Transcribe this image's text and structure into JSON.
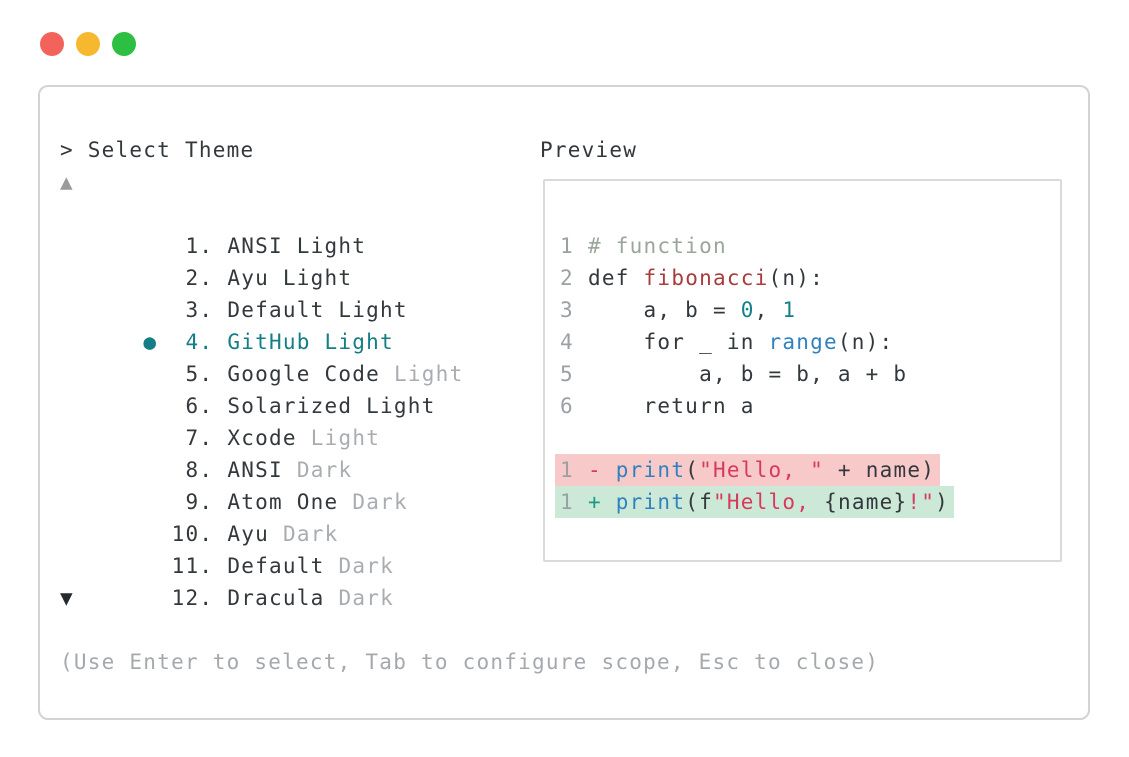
{
  "window": {
    "traffic_lights": [
      {
        "name": "close",
        "color": "#f4625c"
      },
      {
        "name": "minimize",
        "color": "#f5b82e"
      },
      {
        "name": "zoom",
        "color": "#2cbf41"
      }
    ]
  },
  "theme_picker": {
    "header": {
      "prompt_and_title": "> Select Theme"
    },
    "scroll_up_icon": "▲",
    "scroll_down_icon": "▼",
    "items": [
      {
        "number": "1.",
        "name": "ANSI Light",
        "dim": ""
      },
      {
        "number": "2.",
        "name": "Ayu Light",
        "dim": ""
      },
      {
        "number": "3.",
        "name": "Default Light",
        "dim": ""
      },
      {
        "number": "4.",
        "name": "GitHub Light",
        "dim": "",
        "marker": "●",
        "state": "selected"
      },
      {
        "number": "5.",
        "name": "Google Code",
        "dim": "Light"
      },
      {
        "number": "6.",
        "name": "Solarized Light",
        "dim": ""
      },
      {
        "number": "7.",
        "name": "Xcode",
        "dim": "Light"
      },
      {
        "number": "8.",
        "name": "ANSI",
        "dim": "Dark"
      },
      {
        "number": "9.",
        "name": "Atom One",
        "dim": "Dark"
      },
      {
        "number": "10.",
        "name": "Ayu",
        "dim": "Dark"
      },
      {
        "number": "11.",
        "name": "Default",
        "dim": "Dark"
      },
      {
        "number": "12.",
        "name": "Dracula",
        "dim": "Dark"
      }
    ],
    "help_text": "(Use Enter to select, Tab to configure scope, Esc to close)"
  },
  "preview": {
    "title": "Preview",
    "code_lines": [
      {
        "num": "1",
        "tokens": [
          {
            "t": "# function",
            "c": "comment"
          }
        ]
      },
      {
        "num": "2",
        "tokens": [
          {
            "t": "def ",
            "c": "plain"
          },
          {
            "t": "fibonacci",
            "c": "func"
          },
          {
            "t": "(n):",
            "c": "plain"
          }
        ]
      },
      {
        "num": "3",
        "tokens": [
          {
            "t": "    a, b = ",
            "c": "plain"
          },
          {
            "t": "0",
            "c": "number"
          },
          {
            "t": ", ",
            "c": "plain"
          },
          {
            "t": "1",
            "c": "number"
          }
        ]
      },
      {
        "num": "4",
        "tokens": [
          {
            "t": "    for _ in ",
            "c": "plain"
          },
          {
            "t": "range",
            "c": "builtin"
          },
          {
            "t": "(n):",
            "c": "plain"
          }
        ]
      },
      {
        "num": "5",
        "tokens": [
          {
            "t": "        a, b = b, a + b",
            "c": "plain"
          }
        ]
      },
      {
        "num": "6",
        "tokens": [
          {
            "t": "    return a",
            "c": "plain"
          }
        ]
      }
    ],
    "diff_lines": [
      {
        "num": "1",
        "kind": "removed",
        "tokens": [
          {
            "t": "- ",
            "c": "sign-removed"
          },
          {
            "t": "print",
            "c": "builtin"
          },
          {
            "t": "(",
            "c": "plain"
          },
          {
            "t": "\"Hello, \"",
            "c": "string"
          },
          {
            "t": " + name)",
            "c": "plain"
          }
        ]
      },
      {
        "num": "1",
        "kind": "added",
        "tokens": [
          {
            "t": "+ ",
            "c": "sign-added"
          },
          {
            "t": "print",
            "c": "builtin"
          },
          {
            "t": "(f",
            "c": "plain"
          },
          {
            "t": "\"Hello, ",
            "c": "string"
          },
          {
            "t": "{name}",
            "c": "plain"
          },
          {
            "t": "!\"",
            "c": "string"
          },
          {
            "t": ")",
            "c": "plain"
          }
        ]
      }
    ]
  },
  "colors": {
    "accent_teal": "#147d85",
    "text_dark": "#33383d",
    "text_dim": "#a9adb1",
    "comment": "#9aa59b",
    "function_name": "#a73b3e",
    "number_literal": "#13808a",
    "builtin": "#2f82bf",
    "string": "#d73a5c",
    "removed_bg": "#f7c9c9",
    "added_bg": "#cce9d7",
    "panel_border": "#d2d3d4"
  }
}
